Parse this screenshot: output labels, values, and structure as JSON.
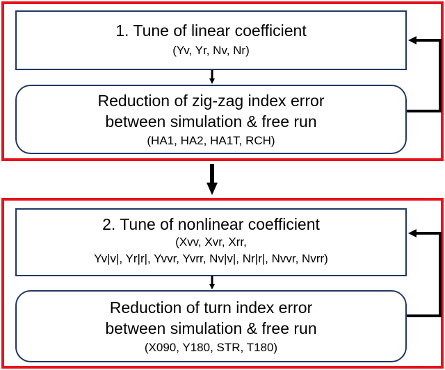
{
  "diagram": {
    "step1": {
      "tune_box": {
        "title": "1. Tune of linear coefficient",
        "params": "(Yv, Yr, Nv, Nr)"
      },
      "reduction_box": {
        "line1": "Reduction of zig-zag index error",
        "line2": "between simulation & free run",
        "indices": "(HA1, HA2, HA1T, RCH)"
      }
    },
    "step2": {
      "tune_box": {
        "title": "2. Tune of nonlinear coefficient",
        "params_line1": "(Xvv, Xvr, Xrr,",
        "params_line2": "Yv|v|, Yr|r|, Yvvr, Yvrr, Nv|v|, Nr|r|, Nvvr, Nvrr)"
      },
      "reduction_box": {
        "line1": "Reduction of turn index error",
        "line2": "between simulation & free run",
        "indices": "(X090, Y180, STR, T180)"
      }
    },
    "colors": {
      "group_frame": "#e8121b",
      "box_border": "#1f3864",
      "arrow": "#000000"
    }
  }
}
